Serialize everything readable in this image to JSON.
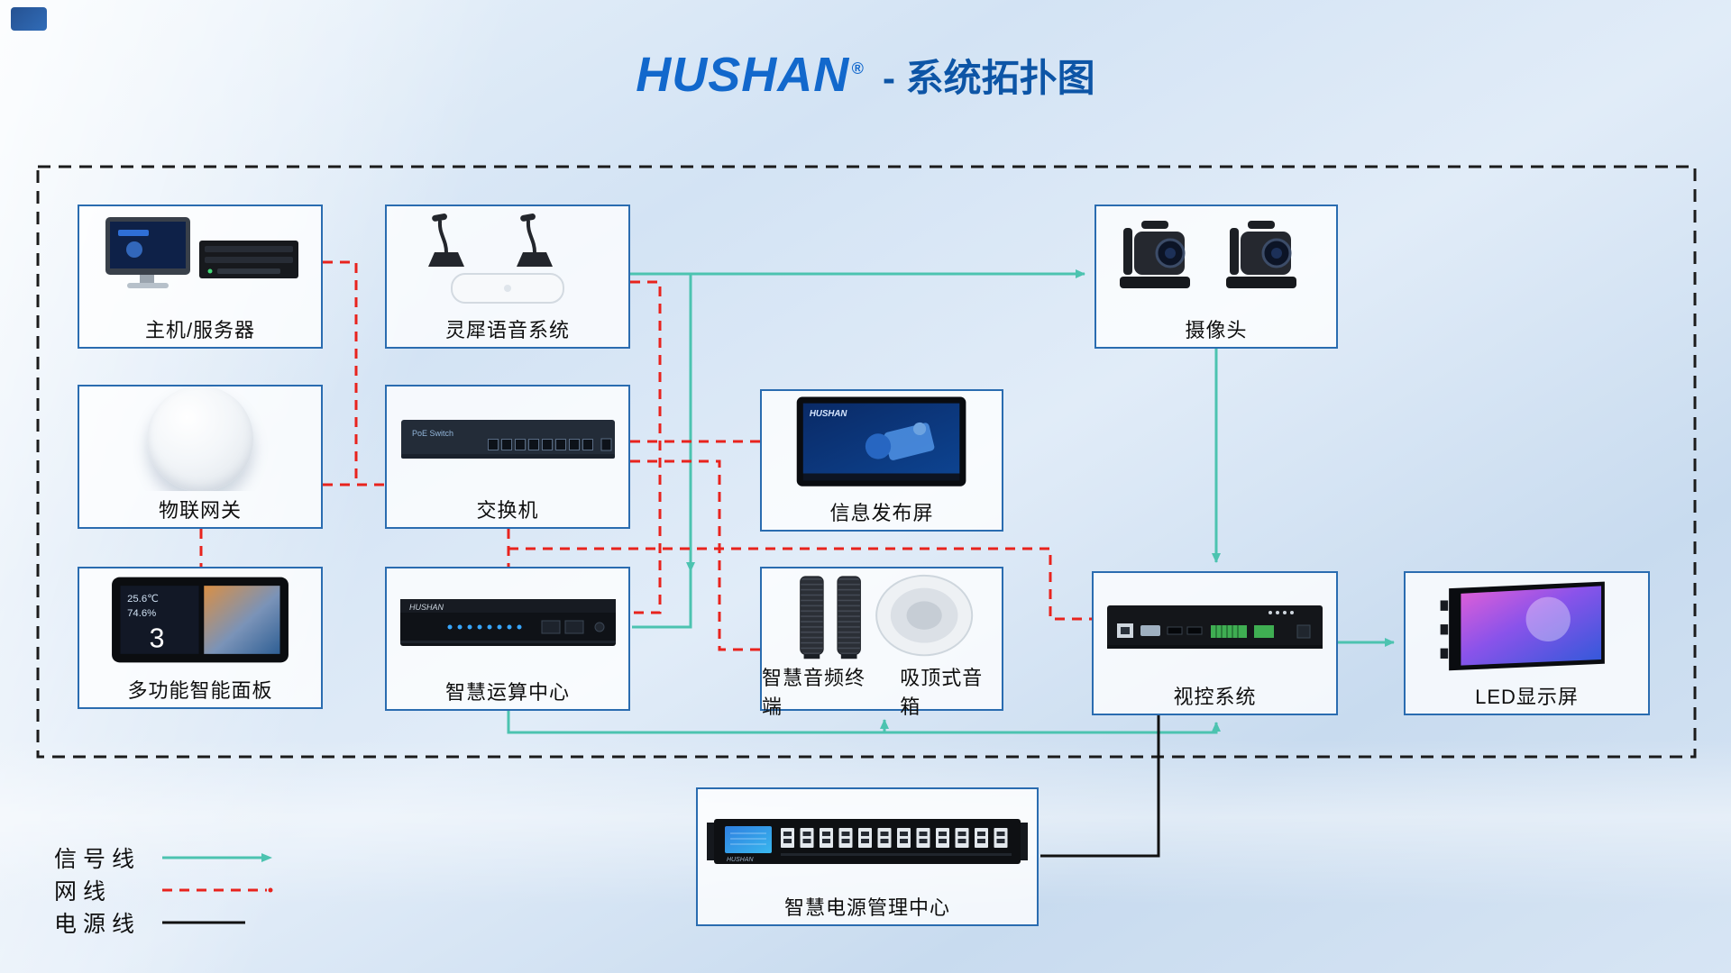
{
  "title": {
    "logo": "HUSHAN",
    "registered": "®",
    "suffix": "- 系统拓扑图"
  },
  "nodes": {
    "server": {
      "label": "主机/服务器"
    },
    "voice": {
      "label": "灵犀语音系统"
    },
    "camera": {
      "label": "摄像头"
    },
    "iot": {
      "label": "物联网关"
    },
    "switch": {
      "label": "交换机",
      "device_text": "PoE Switch"
    },
    "info": {
      "label": "信息发布屏",
      "brand": "HUSHAN"
    },
    "panel": {
      "label": "多功能智能面板",
      "temp": "25.6℃",
      "humidity": "74.6%",
      "big_number": "3"
    },
    "computing": {
      "label": "智慧运算中心",
      "brand": "HUSHAN"
    },
    "audio": {
      "label": "智慧音频终端"
    },
    "speaker": {
      "label": "吸顶式音箱"
    },
    "video": {
      "label": "视控系统"
    },
    "led": {
      "label": "LED显示屏"
    },
    "power": {
      "label": "智慧电源管理中心",
      "brand": "HUSHAN"
    }
  },
  "legend": {
    "signal": {
      "label": "信号线"
    },
    "network": {
      "label": "网线"
    },
    "power": {
      "label": "电源线"
    }
  },
  "colors": {
    "signal": "#4cc3b0",
    "network": "#e8231d",
    "power_line": "#111111",
    "node_border": "#2a6cb0",
    "logo_blue": "#1268cc",
    "title_blue": "#0d55a6"
  }
}
